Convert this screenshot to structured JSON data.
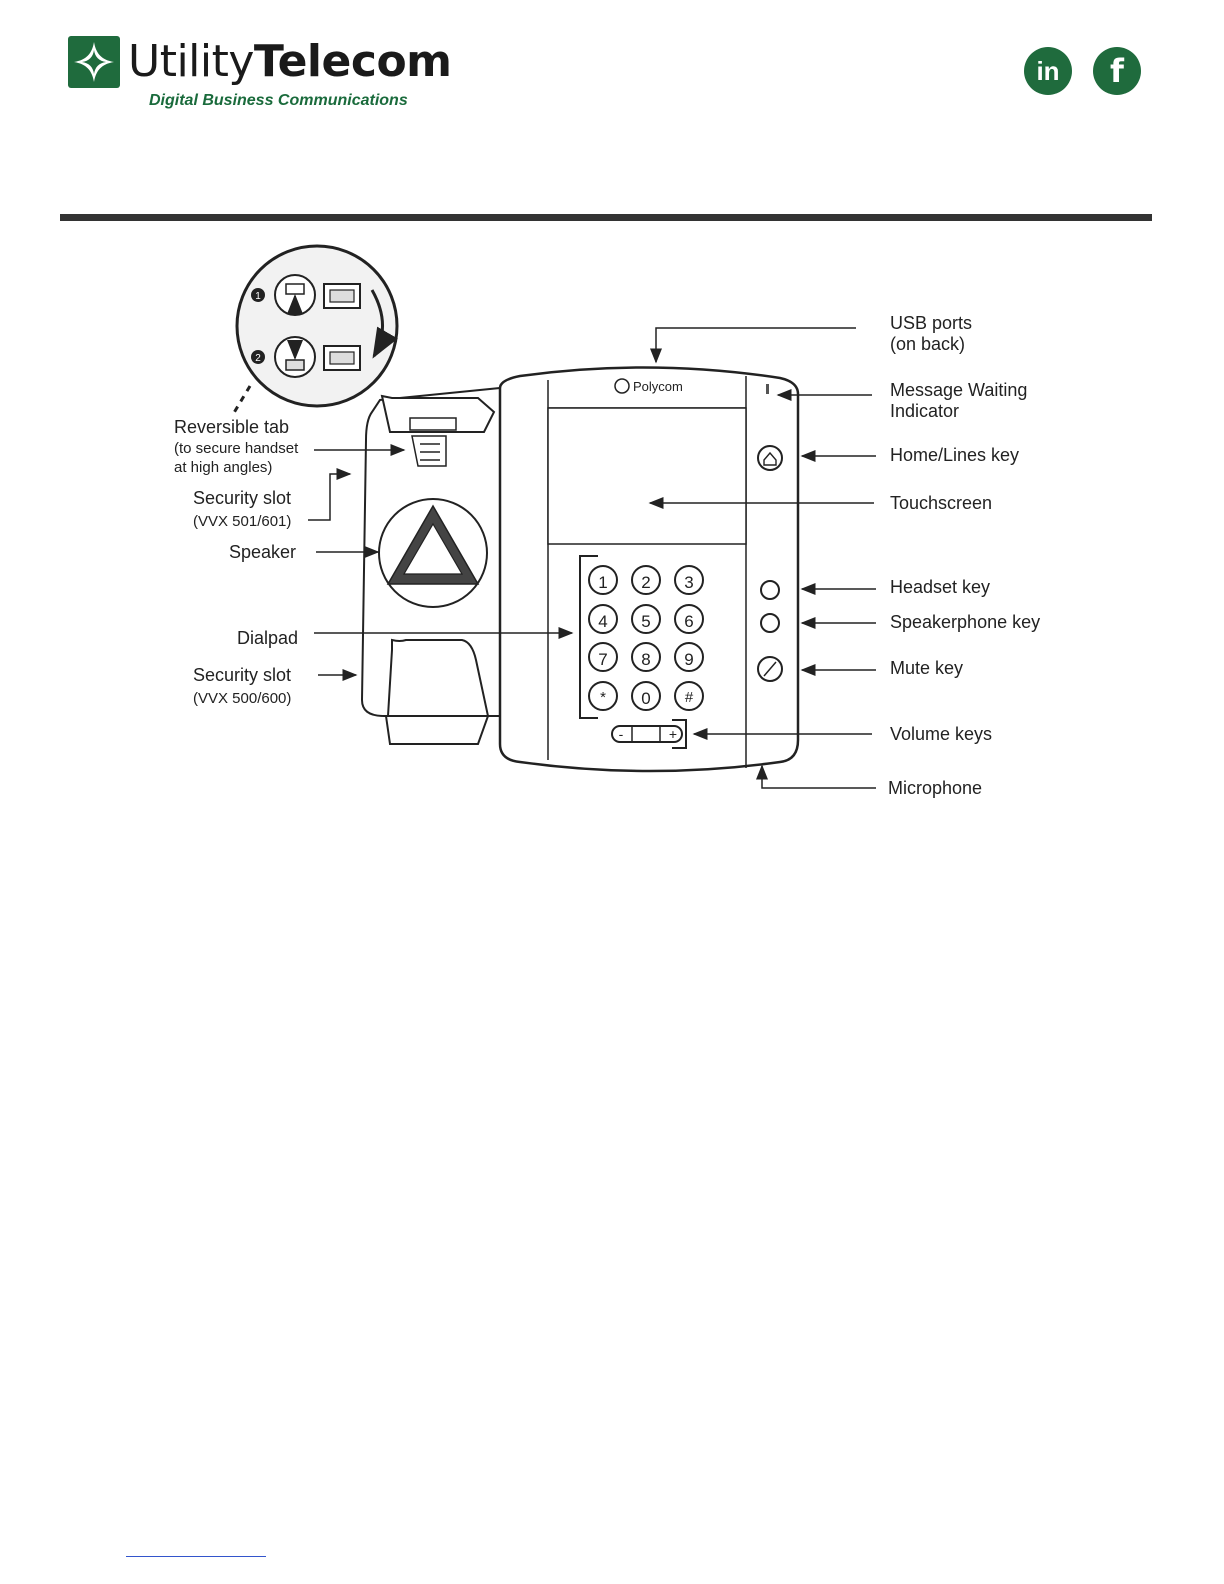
{
  "header": {
    "brand_part1": "Utility",
    "brand_part2": "Telecom",
    "tagline": "Digital Business Communications",
    "linkedin_label": "in",
    "facebook_label": "f"
  },
  "diagram": {
    "phone_brand": "Polycom",
    "keys": {
      "k1": "1",
      "k2": "2",
      "k3": "3",
      "k4": "4",
      "k5": "5",
      "k6": "6",
      "k7": "7",
      "k8": "8",
      "k9": "9",
      "kstar": "*",
      "k0": "0",
      "khash": "#",
      "vol_minus": "-",
      "vol_plus": "+"
    },
    "inset_steps": [
      "1",
      "2"
    ],
    "labels": {
      "reversible_tab": "Reversible tab",
      "reversible_tab_note1": "(to secure handset",
      "reversible_tab_note2": "at high angles)",
      "security_slot_top": "Security slot",
      "security_slot_top_note": "(VVX 501/601)",
      "speaker": "Speaker",
      "dialpad": "Dialpad",
      "security_slot_bottom": "Security slot",
      "security_slot_bottom_note": "(VVX 500/600)",
      "usb_ports": "USB ports",
      "usb_ports_note": "(on back)",
      "message_waiting": "Message Waiting",
      "message_waiting_2": "Indicator",
      "home_lines_key": "Home/Lines key",
      "touchscreen": "Touchscreen",
      "headset_key": "Headset key",
      "speakerphone_key": "Speakerphone key",
      "mute_key": "Mute key",
      "volume_keys": "Volume keys",
      "microphone": "Microphone"
    }
  }
}
